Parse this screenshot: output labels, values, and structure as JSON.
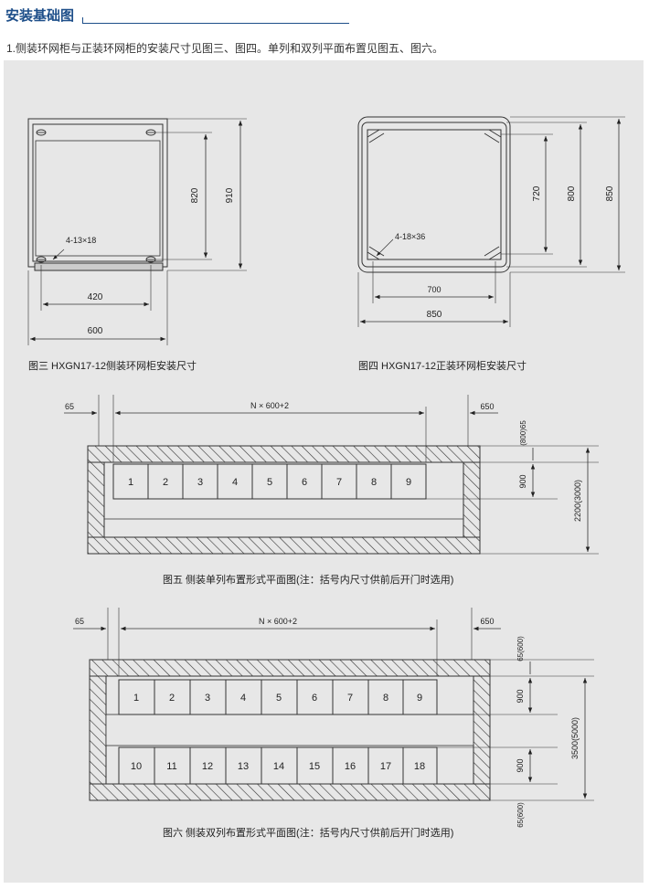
{
  "header": {
    "title": "安装基础图"
  },
  "intro": "1.侧装环网柜与正装环网柜的安装尺寸见图三、图四。单列和双列平面布置见图五、图六。",
  "fig3": {
    "caption": "图三 HXGN17-12侧装环网柜安装尺寸",
    "dim_height_inner": "820",
    "dim_height_outer": "910",
    "hole_label": "4-13×18",
    "dim_width_inner": "420",
    "dim_width_outer": "600"
  },
  "fig4": {
    "caption": "图四 HXGN17-12正装环网柜安装尺寸",
    "dim_height_inner": "720",
    "dim_height_mid": "800",
    "dim_height_outer": "850",
    "hole_label": "4-18×36",
    "dim_width_inner": "700",
    "dim_width_outer": "850"
  },
  "fig5": {
    "caption": "图五 侧装单列布置形式平面图(注：括号内尺寸供前后开门时选用)",
    "dim_left": "65",
    "dim_span": "N × 600+2",
    "dim_right": "650",
    "dim_top": "(800)65",
    "dim_cell": "900",
    "dim_total": "2200(3000)",
    "cells": [
      "1",
      "2",
      "3",
      "4",
      "5",
      "6",
      "7",
      "8",
      "9"
    ]
  },
  "fig6": {
    "caption": "图六 侧装双列布置形式平面图(注：括号内尺寸供前后开门时选用)",
    "dim_left": "65",
    "dim_span": "N × 600+2",
    "dim_right": "650",
    "dim_top": "65(600)",
    "dim_cell_top": "900",
    "dim_cell_bottom": "900",
    "dim_total": "3500(5000)",
    "dim_bottom": "65(600)",
    "row1": [
      "1",
      "2",
      "3",
      "4",
      "5",
      "6",
      "7",
      "8",
      "9"
    ],
    "row2": [
      "10",
      "11",
      "12",
      "13",
      "14",
      "15",
      "16",
      "17",
      "18"
    ]
  }
}
